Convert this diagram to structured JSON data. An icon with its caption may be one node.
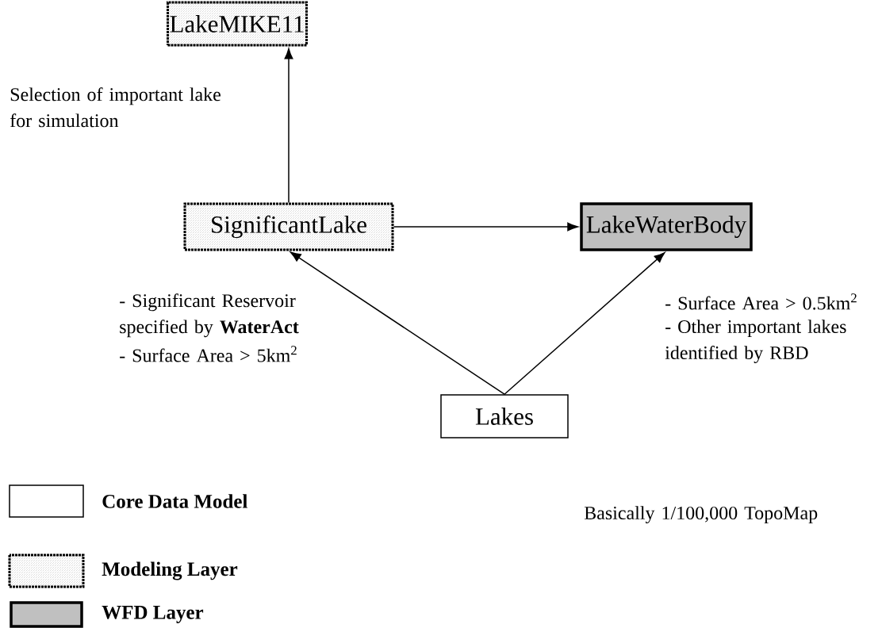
{
  "diagram": {
    "nodes": [
      {
        "text": [
          "LakeMIKE11"
        ]
      },
      {
        "text": [
          "SignificantLake"
        ]
      },
      {
        "text": [
          "LakeWaterBody"
        ]
      },
      {
        "text": [
          "Lakes"
        ]
      }
    ],
    "edges": [
      {
        "from": 1,
        "to": 0,
        "arrow": "to"
      },
      {
        "from": 1,
        "to": 2,
        "arrow": "to"
      },
      {
        "from": 3,
        "to": 1,
        "arrow": "to"
      },
      {
        "from": 3,
        "to": 2,
        "arrow": "to"
      }
    ],
    "labels": [
      "Selection of important lake for simulation",
      "- Significant Reservoir specified by **WaterAct**",
      "- Surface Area > 5km$^{2}$",
      "- Surface Area > 0.5km$^{2}$",
      "- Other important lakes identified by RBD",
      "Basically 1/100,000 TopoMap"
    ],
    "legend": [
      {
        "text": "Core Data Model"
      },
      {
        "text": "Modeling Layer"
      },
      {
        "text": "WFD Layer",
        "color": "#c0c0c0"
      }
    ]
  }
}
